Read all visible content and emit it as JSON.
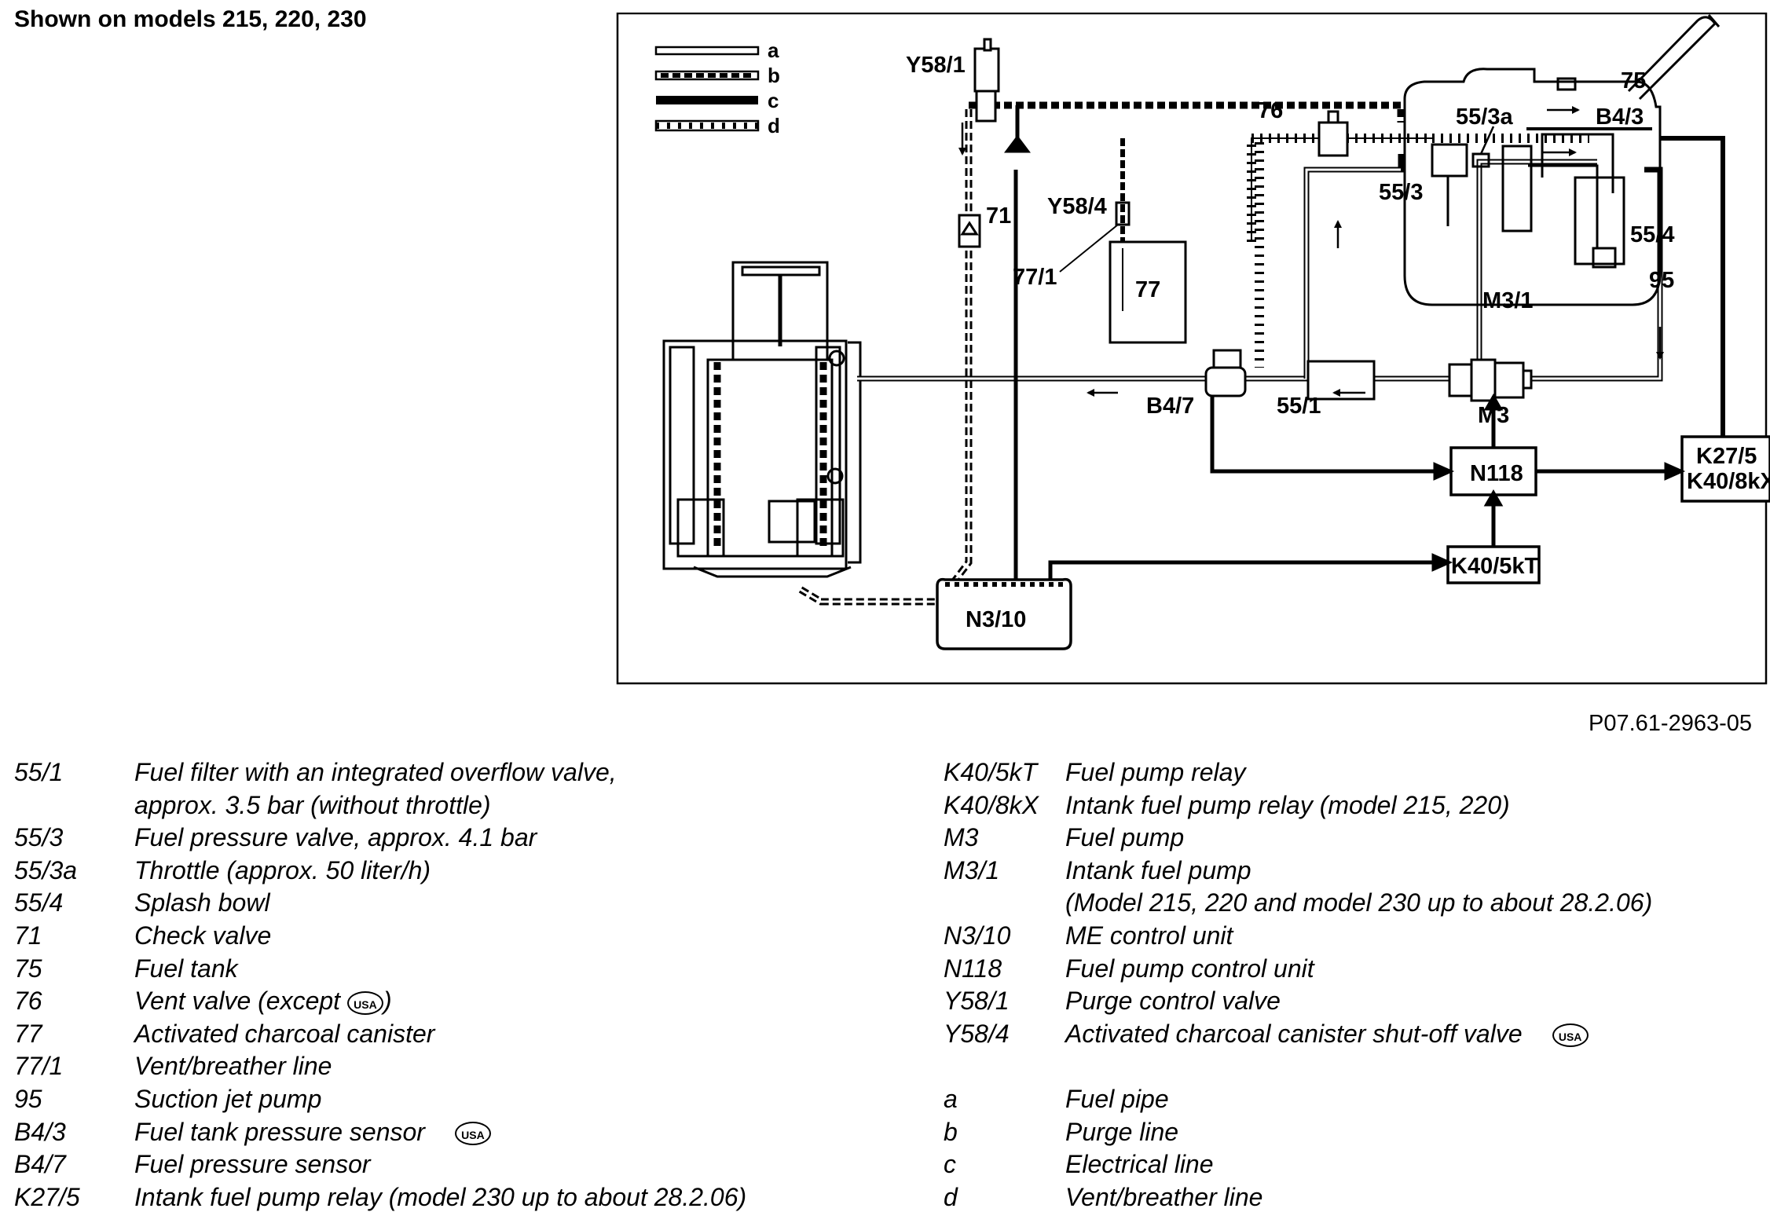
{
  "heading": "Shown on models 215, 220, 230",
  "figure_code": "P07.61-2963-05",
  "usa_badge": "USA",
  "diagram": {
    "line_key": [
      "a",
      "b",
      "c",
      "d"
    ],
    "labels": {
      "y58_1": "Y58/1",
      "seventy_six": "76",
      "seventy_five": "75",
      "b4_3": "B4/3",
      "s55_3a": "55/3a",
      "s55_3": "55/3",
      "s55_4": "55/4",
      "ninety_five": "95",
      "m3_1": "M3/1",
      "seventy_one": "71",
      "y58_4": "Y58/4",
      "s77_1": "77/1",
      "seventy_seven": "77",
      "b4_7": "B4/7",
      "s55_1": "55/1",
      "m3": "M3",
      "n118": "N118",
      "k27_5": "K27/5",
      "k40_8kx": "K40/8kX",
      "k40_5kt": "K40/5kT",
      "n3_10": "N3/10"
    }
  },
  "legend_left": [
    {
      "key": "55/1",
      "text": "Fuel filter with an integrated overflow valve,"
    },
    {
      "key": "",
      "text": "approx. 3.5 bar (without throttle)"
    },
    {
      "key": "55/3",
      "text": "Fuel pressure valve, approx. 4.1 bar"
    },
    {
      "key": "55/3a",
      "text": "Throttle (approx. 50 liter/h)"
    },
    {
      "key": "55/4",
      "text": "Splash bowl"
    },
    {
      "key": "71",
      "text": "Check valve"
    },
    {
      "key": "75",
      "text": "Fuel tank"
    },
    {
      "key": "76",
      "text": "Vent valve (except",
      "text_after": ")"
    },
    {
      "key": "77",
      "text": "Activated charcoal canister"
    },
    {
      "key": "77/1",
      "text": "Vent/breather line"
    },
    {
      "key": "95",
      "text": "Suction jet pump"
    },
    {
      "key": "B4/3",
      "text": "Fuel tank pressure sensor"
    },
    {
      "key": "B4/7",
      "text": "Fuel pressure sensor"
    },
    {
      "key": "K27/5",
      "text": "Intank fuel pump relay (model 230 up to about 28.2.06)"
    }
  ],
  "legend_right": [
    {
      "key": "K40/5kT",
      "text": "Fuel pump relay"
    },
    {
      "key": "K40/8kX",
      "text": "Intank fuel pump relay (model 215, 220)"
    },
    {
      "key": "M3",
      "text": "Fuel pump"
    },
    {
      "key": "M3/1",
      "text": "Intank fuel pump"
    },
    {
      "key": "",
      "text": "(Model 215, 220 and model 230 up to about 28.2.06)"
    },
    {
      "key": "N3/10",
      "text": "ME control unit"
    },
    {
      "key": "N118",
      "text": "Fuel pump control unit"
    },
    {
      "key": "Y58/1",
      "text": "Purge control valve"
    },
    {
      "key": "Y58/4",
      "text": "Activated charcoal canister shut-off valve"
    },
    {
      "key": "a",
      "text": "Fuel pipe"
    },
    {
      "key": "b",
      "text": "Purge line"
    },
    {
      "key": "c",
      "text": "Electrical line"
    },
    {
      "key": "d",
      "text": "Vent/breather line"
    }
  ]
}
